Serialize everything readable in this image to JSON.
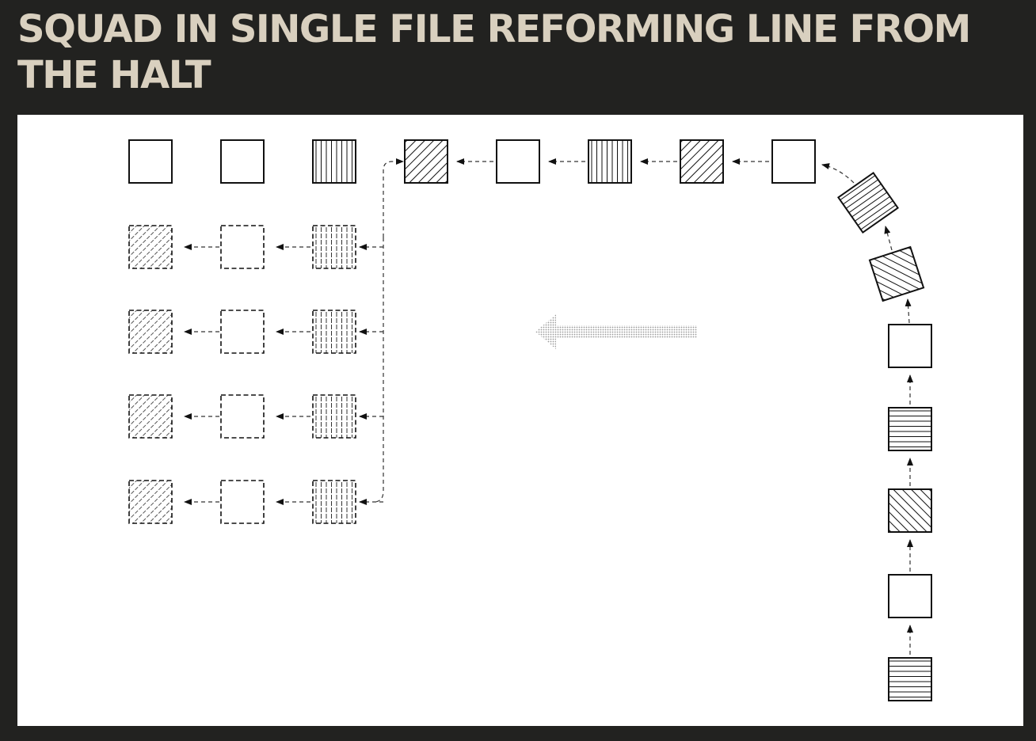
{
  "title": "SQUAD IN SINGLE FILE REFORMING LINE FROM THE HALT",
  "diagram": {
    "description_visible_text": "",
    "column_sequence_patterns": [
      "hline",
      "empty",
      "diag-right",
      "hline",
      "empty",
      "diag-right",
      "diag-right",
      "empty",
      "diag-left",
      "vline",
      "empty",
      "diag-left"
    ],
    "front_line_patterns": [
      "empty",
      "empty",
      "vline",
      "diag-left"
    ],
    "ghost_row_patterns": [
      "diag-left",
      "empty",
      "vline"
    ],
    "ghost_row_count": 4,
    "direction_arrow": "left",
    "colors": {
      "background": "#222220",
      "title": "#d9d0bf",
      "panel": "#ffffff",
      "ink": "#111111",
      "shading": "#9a9a9a"
    }
  }
}
